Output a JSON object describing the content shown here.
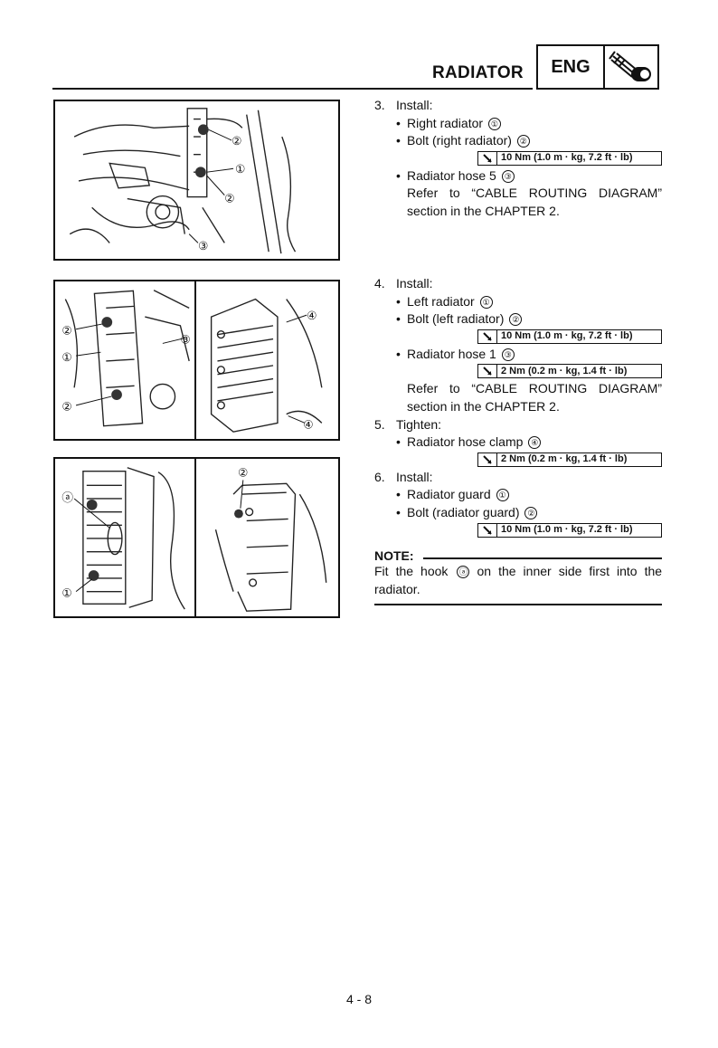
{
  "header": {
    "title": "RADIATOR",
    "section": "ENG",
    "icon": "engine-section-icon"
  },
  "figures": {
    "fig1": {
      "callouts": [
        "②",
        "①",
        "②",
        "③"
      ]
    },
    "fig2": {
      "callouts": [
        "②",
        "③",
        "①",
        "②",
        "④",
        "④"
      ]
    },
    "fig3": {
      "callouts": [
        "ⓐ",
        "①",
        "②"
      ]
    }
  },
  "steps": {
    "s3": {
      "num": "3.",
      "label": "Install:",
      "b1": {
        "text": "Right radiator",
        "ref": "①"
      },
      "b2": {
        "text": "Bolt (right radiator)",
        "ref": "②"
      },
      "t1": "10 Nm (1.0 m · kg, 7.2 ft · lb)",
      "b3": {
        "text": "Radiator hose 5",
        "ref": "③"
      },
      "refer": "Refer to “CABLE ROUTING DIAGRAM” section in the CHAPTER 2."
    },
    "s4": {
      "num": "4.",
      "label": "Install:",
      "b1": {
        "text": "Left radiator",
        "ref": "①"
      },
      "b2": {
        "text": "Bolt (left radiator)",
        "ref": "②"
      },
      "t1": "10 Nm (1.0 m · kg, 7.2 ft · lb)",
      "b3": {
        "text": "Radiator hose 1",
        "ref": "③"
      },
      "t2": "2 Nm (0.2 m · kg, 1.4 ft · lb)",
      "refer": "Refer to “CABLE ROUTING DIAGRAM” section in the CHAPTER 2."
    },
    "s5": {
      "num": "5.",
      "label": "Tighten:",
      "b1": {
        "text": "Radiator hose clamp",
        "ref": "④"
      },
      "t1": "2 Nm (0.2 m · kg, 1.4 ft · lb)"
    },
    "s6": {
      "num": "6.",
      "label": "Install:",
      "b1": {
        "text": "Radiator guard",
        "ref": "①"
      },
      "b2": {
        "text": "Bolt (radiator guard)",
        "ref": "②"
      },
      "t1": "10 Nm (1.0 m · kg, 7.2 ft · lb)"
    }
  },
  "note": {
    "heading": "NOTE:",
    "before": "Fit the hook",
    "ref": "ⓐ",
    "after": "on the inner side first into the radiator."
  },
  "bullet": "•",
  "page_number": "4 - 8"
}
